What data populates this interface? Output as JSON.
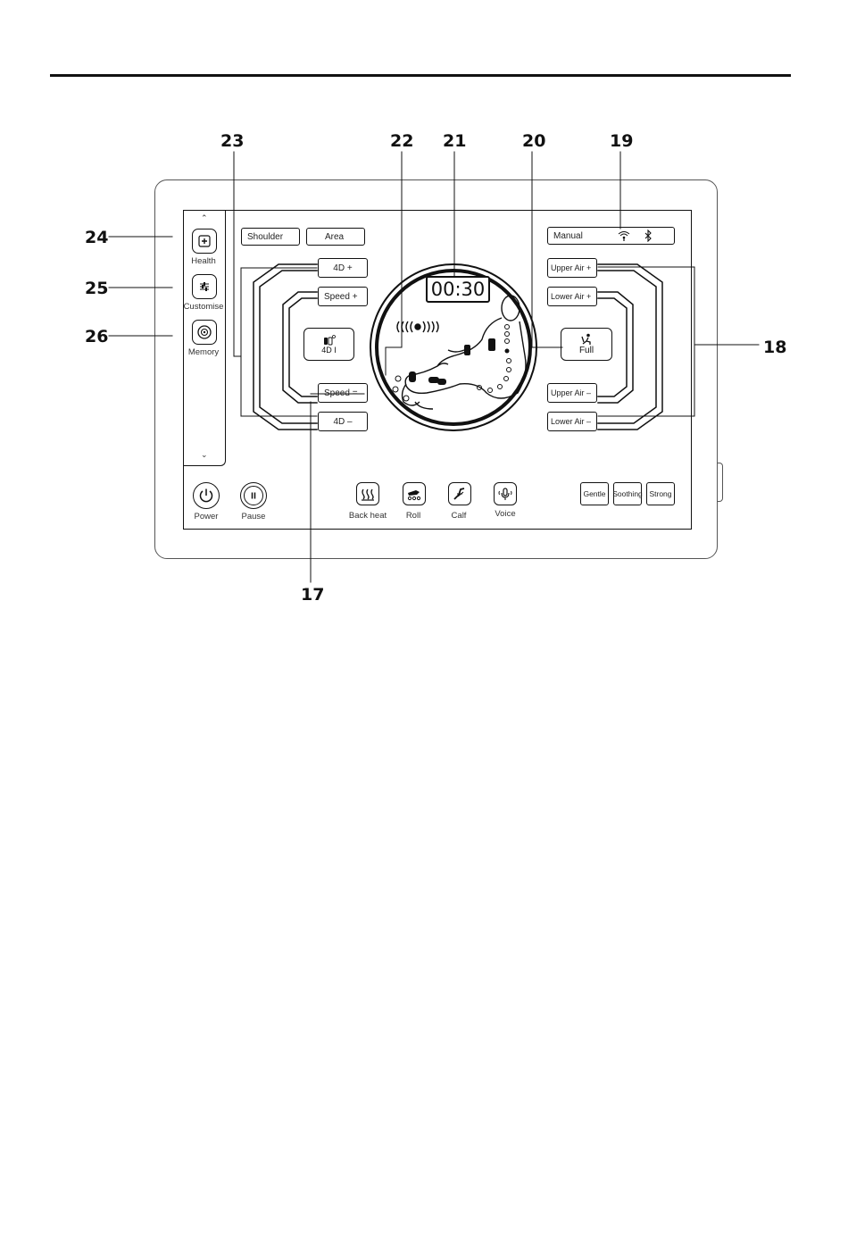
{
  "callouts": {
    "n17": "17",
    "n18": "18",
    "n19": "19",
    "n20": "20",
    "n21": "21",
    "n22": "22",
    "n23": "23",
    "n24": "24",
    "n25": "25",
    "n26": "26"
  },
  "side_nav": {
    "items": [
      {
        "label": "Health"
      },
      {
        "label": "Customise"
      },
      {
        "label": "Memory"
      }
    ]
  },
  "top_left": {
    "shoulder": "Shoulder",
    "area": "Area"
  },
  "status_bar": {
    "mode_label": "Manual"
  },
  "timer": "00:30",
  "left_controls": {
    "fourd_plus": "4D +",
    "speed_plus": "Speed +",
    "speed_minus": "Speed =",
    "fourd_minus": "4D –",
    "fourd_level": "4D I"
  },
  "right_controls": {
    "upper_air_plus": "Upper Air +",
    "lower_air_plus": "Lower Air +",
    "upper_air_minus": "Upper Air –",
    "lower_air_minus": "Lower Air –",
    "full_label": "Full"
  },
  "bottom_bar": {
    "power": "Power",
    "pause": "Pause",
    "back_heat": "Back heat",
    "roll": "Roll",
    "calf": "Calf",
    "voice": "Voice"
  },
  "intensity": {
    "gentle": "Gentle",
    "soothing": "Soothing",
    "strong": "Strong"
  }
}
